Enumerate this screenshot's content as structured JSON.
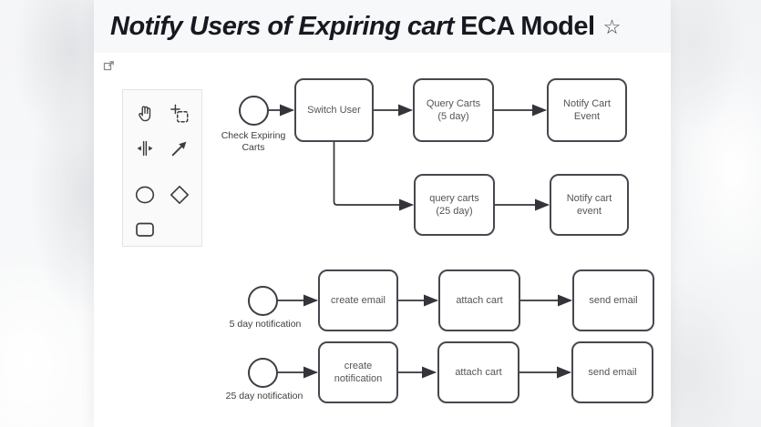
{
  "header": {
    "title_em": "Notify Users of Expiring cart",
    "title_rest": "ECA Model",
    "favorite_icon": "☆"
  },
  "canvas_controls": {
    "popout_icon": "open-in-new"
  },
  "shape_toolbar": {
    "tools": [
      {
        "id": "pan",
        "icon": "hand-icon"
      },
      {
        "id": "select-transform",
        "icon": "select-transform-icon"
      },
      {
        "id": "horizontal-spacing",
        "icon": "horizontal-spacing-icon"
      },
      {
        "id": "connector-arrow",
        "icon": "arrow-icon"
      },
      {
        "id": "ellipse-shape",
        "icon": "ellipse-shape-icon"
      },
      {
        "id": "diamond-shape",
        "icon": "diamond-shape-icon"
      },
      {
        "id": "rounded-rect-shape",
        "icon": "rounded-rect-shape-icon"
      }
    ]
  },
  "diagram": {
    "events": {
      "check_expiring": {
        "label": "Check Expiring Carts"
      },
      "five_day": {
        "label": "5 day notification"
      },
      "twentyfive_day": {
        "label": "25 day notification"
      }
    },
    "tasks": {
      "switch_user": {
        "label": "Switch User"
      },
      "query_carts_5": {
        "label": "Query Carts (5 day)"
      },
      "notify_cart_event_1": {
        "label": "Notify Cart Event"
      },
      "query_carts_25": {
        "label": "query carts (25 day)"
      },
      "notify_cart_event_2": {
        "label": "Notify cart event"
      },
      "create_email": {
        "label": "create email"
      },
      "attach_cart_1": {
        "label": "attach cart"
      },
      "send_email_1": {
        "label": "send email"
      },
      "create_notification": {
        "label": "create notification"
      },
      "attach_cart_2": {
        "label": "attach cart"
      },
      "send_email_2": {
        "label": "send email"
      }
    },
    "edges": [
      {
        "from": "check_expiring",
        "to": "switch_user"
      },
      {
        "from": "switch_user",
        "to": "query_carts_5"
      },
      {
        "from": "query_carts_5",
        "to": "notify_cart_event_1"
      },
      {
        "from": "switch_user",
        "to": "query_carts_25"
      },
      {
        "from": "query_carts_25",
        "to": "notify_cart_event_2"
      },
      {
        "from": "five_day",
        "to": "create_email"
      },
      {
        "from": "create_email",
        "to": "attach_cart_1"
      },
      {
        "from": "attach_cart_1",
        "to": "send_email_1"
      },
      {
        "from": "twentyfive_day",
        "to": "create_notification"
      },
      {
        "from": "create_notification",
        "to": "attach_cart_2"
      },
      {
        "from": "attach_cart_2",
        "to": "send_email_2"
      }
    ]
  },
  "colors": {
    "title": "#181821",
    "titlebar_bg": "#f7f8fa",
    "canvas_bg": "#ffffff",
    "node_border": "#47474f",
    "node_text": "#545454",
    "edge": "#34343a",
    "toolbar_bg": "#fafafa",
    "divider": "#c9cacc"
  }
}
